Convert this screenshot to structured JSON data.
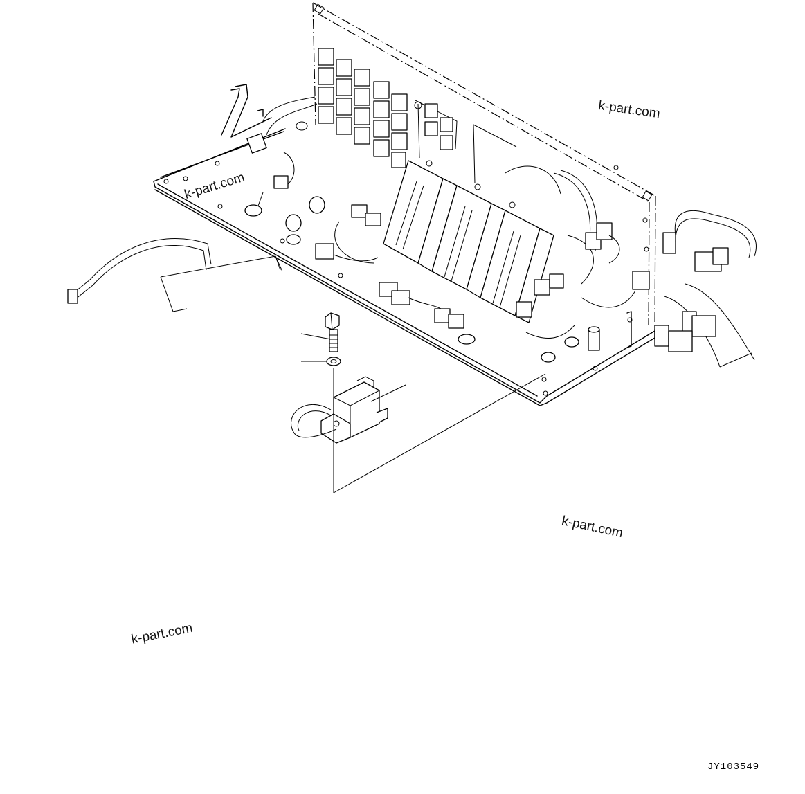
{
  "watermarks": [
    "k-part.com",
    "k-part.com",
    "k-part.com",
    "k-part.com"
  ],
  "drawing_code": "JY103549"
}
